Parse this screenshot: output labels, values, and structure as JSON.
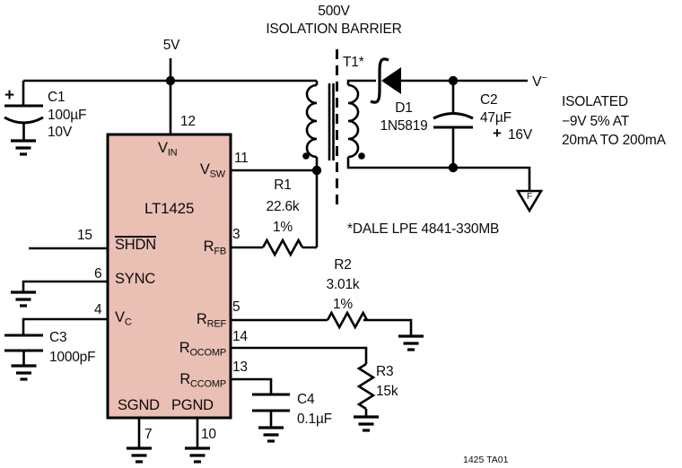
{
  "barrier": {
    "line1": "500V",
    "line2": "ISOLATION BARRIER"
  },
  "supply": "5V",
  "ic": {
    "part": "LT1425",
    "pins": {
      "vin": {
        "base": "V",
        "sub": "IN",
        "num": "12"
      },
      "vsw": {
        "base": "V",
        "sub": "SW",
        "num": "11"
      },
      "rfb": {
        "base": "R",
        "sub": "FB",
        "num": "3"
      },
      "shdn": {
        "label": "SHDN",
        "num": "15"
      },
      "sync": {
        "label": "SYNC",
        "num": "6"
      },
      "vc": {
        "base": "V",
        "sub": "C",
        "num": "4"
      },
      "rref": {
        "base": "R",
        "sub": "REF",
        "num": "5"
      },
      "rocomp": {
        "base": "R",
        "sub": "OCOMP",
        "num": "14"
      },
      "rccomp": {
        "base": "R",
        "sub": "CCOMP",
        "num": "13"
      },
      "sgnd": {
        "label": "SGND",
        "num": "7"
      },
      "pgnd": {
        "label": "PGND",
        "num": "10"
      }
    }
  },
  "components": {
    "c1": {
      "name": "C1",
      "value": "100µF",
      "rating": "10V",
      "polarity": "+"
    },
    "c2": {
      "name": "C2",
      "value": "47µF",
      "rating": "16V",
      "polarity": "+"
    },
    "c3": {
      "name": "C3",
      "value": "1000pF"
    },
    "c4": {
      "name": "C4",
      "value": "0.1µF"
    },
    "r1": {
      "name": "R1",
      "value": "22.6k",
      "tolerance": "1%"
    },
    "r2": {
      "name": "R2",
      "value": "3.01k",
      "tolerance": "1%"
    },
    "r3": {
      "name": "R3",
      "value": "15k"
    },
    "d1": {
      "name": "D1",
      "value": "1N5819"
    },
    "t1": {
      "name": "T1*"
    }
  },
  "output": {
    "rail_base": "V",
    "rail_sup": "−",
    "lines": [
      "ISOLATED",
      "−9V 5% AT",
      "20mA TO 200mA"
    ]
  },
  "floating_ground": "F",
  "notes": {
    "transformer": "*DALE LPE 4841-330MB",
    "figure": "1425 TA01"
  },
  "colors": {
    "ic_fill": "#eabfb4",
    "line": "#000000",
    "background": "#ffffff"
  }
}
